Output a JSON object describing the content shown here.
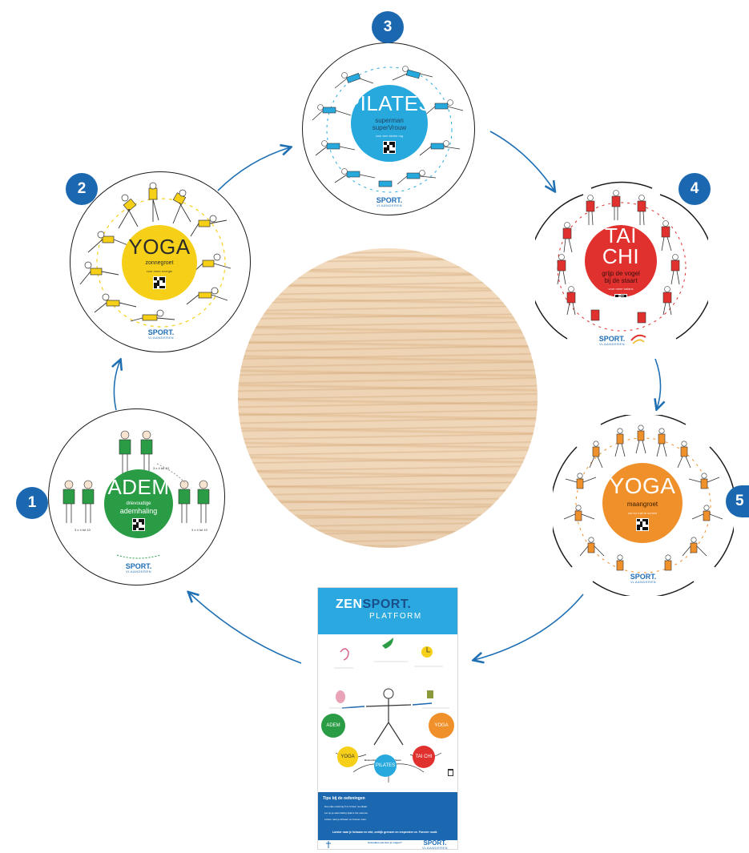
{
  "badges": [
    "1",
    "2",
    "3",
    "4",
    "5"
  ],
  "discs": {
    "adem": {
      "title": "ADEM",
      "sub1": "drievoudige",
      "sub2": "ademhaling",
      "color": "#2a9c46",
      "labels": [
        "3 x 4 tot 10"
      ]
    },
    "yoga_zon": {
      "title": "YOGA",
      "sub1": "zonnegroet",
      "micro": "voor meer energie",
      "color": "#f6d018"
    },
    "pilates": {
      "title": "PILATES",
      "sub1": "superman",
      "sub2": "superVrouw",
      "micro": "voor een sterke rug",
      "color": "#28a9de"
    },
    "taichi": {
      "title": "TAI CHI",
      "sub1": "grijp de vogel",
      "sub2": "bij de staart",
      "micro": "voor meer balans",
      "color": "#e0312e"
    },
    "yoga_maan": {
      "title": "YOGA",
      "sub1": "maangroet",
      "micro": "om tot rust te komen",
      "color": "#f0902a"
    }
  },
  "logo": {
    "main": "SPORT.",
    "sub": "VLAANDEREN"
  },
  "poster": {
    "brand_zen": "ZEN",
    "brand_sport": "SPORT.",
    "platform": "PLATFORM",
    "center_caption": "Bewustzijn van je eigen lichaam",
    "mini": {
      "adem": "ADEM",
      "yoga1": "YOGA",
      "yoga2": "YOGA",
      "pilates": "PILATES",
      "taichi": "TAI CHI"
    },
    "tips_title": "Tips bij de oefeningen",
    "tips": [
      "Doe elke oefening 5 à 10 keer na elkaar.",
      "Let op je ademhaling tijdens het oefenen.",
      "Luister naar je lichaam en forceer niets."
    ],
    "bold_line": "Luister naar je lichaam en rekt, ontrijk grenzen en respecteer ze. Forceer nooit.",
    "footer_question": "Gebruiken aan kun je volgen?",
    "footer_logo_main": "SPORT.",
    "footer_logo_sub": "VLAANDEREN"
  },
  "colors": {
    "arrow": "#1f6fb3",
    "badge": "#1c68b0",
    "outline": "#1b1b1b"
  }
}
